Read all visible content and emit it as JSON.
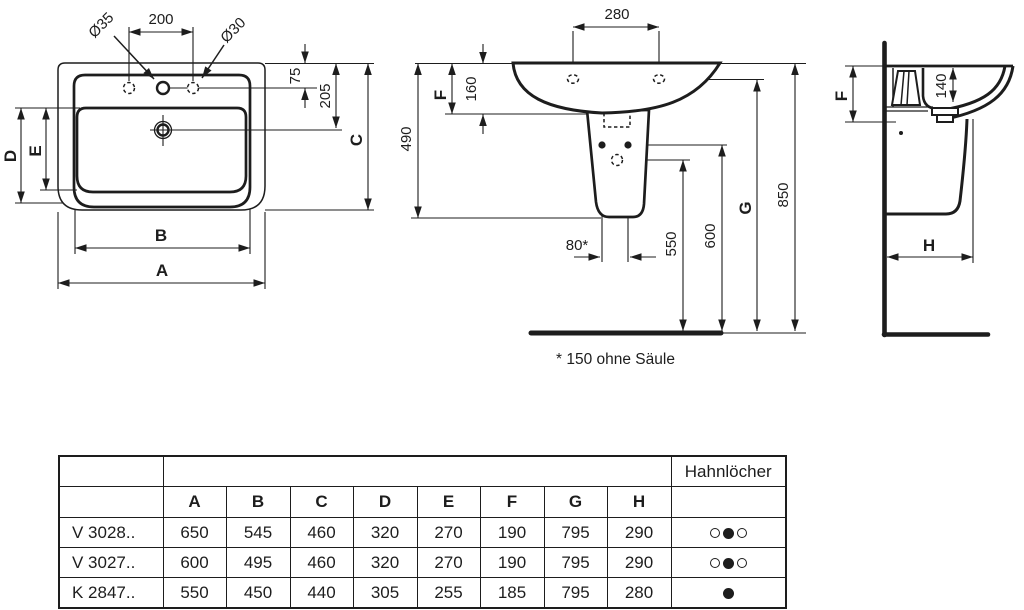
{
  "colors": {
    "line": "#1d1d1d",
    "background": "#ffffff"
  },
  "plan_view": {
    "dia35": "Ø35",
    "dim200": "200",
    "dia30": "Ø30",
    "dim75": "75",
    "dim205": "205",
    "c": "C",
    "d": "D",
    "e": "E",
    "b": "B",
    "a": "A"
  },
  "front_view": {
    "dim280": "280",
    "f": "F",
    "dim160": "160",
    "dim490": "490",
    "dim80": "80*",
    "dim550": "550",
    "dim600": "600",
    "g": "G",
    "dim850": "850",
    "footnote": "* 150 ohne Säule"
  },
  "side_view": {
    "f": "F",
    "dim140": "140",
    "h": "H"
  },
  "table": {
    "tap_holes_header": "Hahnlöcher",
    "columns": [
      "A",
      "B",
      "C",
      "D",
      "E",
      "F",
      "G",
      "H"
    ],
    "rows": [
      {
        "model": "V 3028..",
        "values": [
          "650",
          "545",
          "460",
          "320",
          "270",
          "190",
          "795",
          "290"
        ],
        "tap_holes": "3 holes (center drilled)"
      },
      {
        "model": "V 3027..",
        "values": [
          "600",
          "495",
          "460",
          "320",
          "270",
          "190",
          "795",
          "290"
        ],
        "tap_holes": "3 holes (center drilled)"
      },
      {
        "model": "K 2847..",
        "values": [
          "550",
          "450",
          "440",
          "305",
          "255",
          "185",
          "795",
          "280"
        ],
        "tap_holes": "1 hole"
      }
    ]
  }
}
